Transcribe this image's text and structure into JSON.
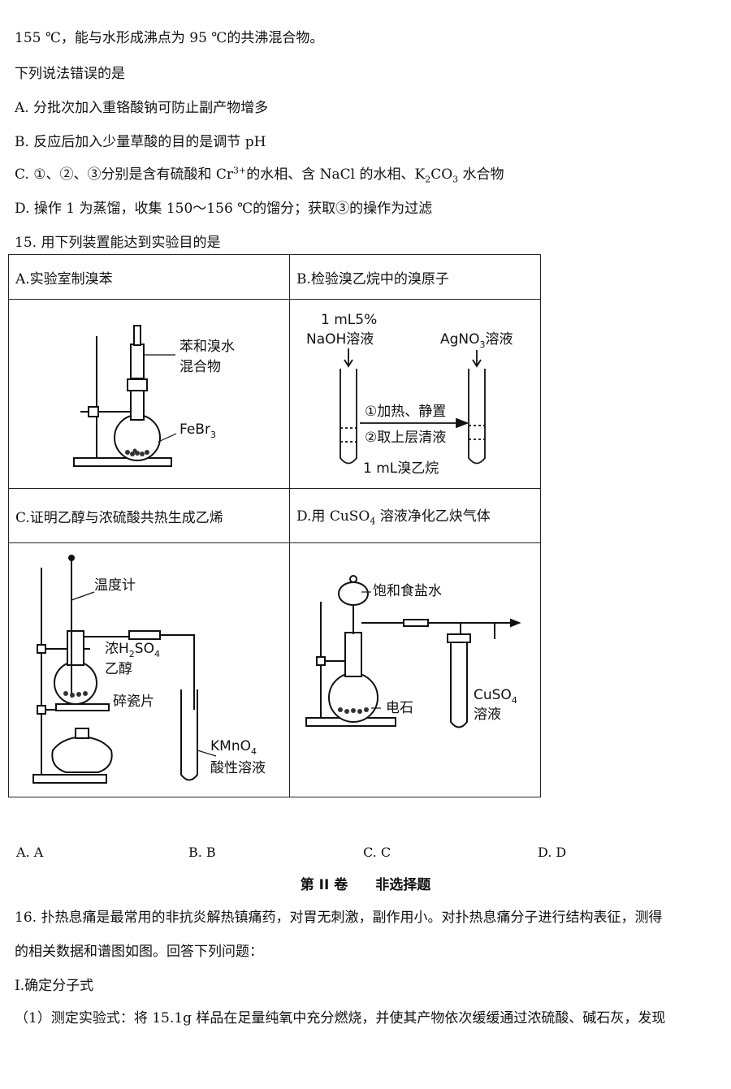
{
  "lines": {
    "l1": "155 ℃，能与水形成沸点为 95 ℃的共沸混合物。",
    "l2": "下列说法错误的是",
    "optA": "A. 分批次加入重铬酸钠可防止副产物增多",
    "optB": "B. 反应后加入少量草酸的目的是调节 pH",
    "optC_a": "C. ①、②、③分别是含有硫酸和 Cr",
    "optC_sup": "3+",
    "optC_b": "的水相、含 NaCl 的水相、K",
    "optC_sub1": "2",
    "optC_c": "CO",
    "optC_sub2": "3",
    "optC_d": " 水合物",
    "optD": "D. 操作 1 为蒸馏，收集 150～156 ℃的馏分；获取③的操作为过滤",
    "q15": "15. 用下列装置能达到实验目的是"
  },
  "table": {
    "a_title": "A.实验室制溴苯",
    "b_title": "B.检验溴乙烷中的溴原子",
    "c_title": "C.证明乙醇与浓硫酸共热生成乙烯",
    "d_title_a": "D.用 CuSO",
    "d_title_sub": "4",
    "d_title_b": " 溶液净化乙炔气体",
    "a_fig": {
      "lbl1": "苯和溴水",
      "lbl2": "混合物",
      "lbl3": "FeBr",
      "lbl3_sub": "3"
    },
    "b_fig": {
      "lbl1": "1 mL5%",
      "lbl2": "NaOH溶液",
      "lbl3": "AgNO",
      "lbl3_sub": "3",
      "lbl3_b": "溶液",
      "lbl4": "①加热、静置",
      "lbl5": "②取上层清液",
      "lbl6": "1 mL溴乙烷"
    },
    "c_fig": {
      "lbl1": "温度计",
      "lbl2": "浓H",
      "lbl2_sub1": "2",
      "lbl2_b": "SO",
      "lbl2_sub2": "4",
      "lbl3": "乙醇",
      "lbl4": "碎瓷片",
      "lbl5": "KMnO",
      "lbl5_sub": "4",
      "lbl6": "酸性溶液"
    },
    "d_fig": {
      "lbl1": "饱和食盐水",
      "lbl2": "电石",
      "lbl3": "CuSO",
      "lbl3_sub": "4",
      "lbl4": "溶液"
    }
  },
  "choices": [
    "A. A",
    "B. B",
    "C. C",
    "D. D"
  ],
  "section": "第 II 卷　　非选择题",
  "q16": {
    "l1": "16. 扑热息痛是最常用的非抗炎解热镇痛药，对胃无刺激，副作用小。对扑热息痛分子进行结构表征，测得",
    "l2": "的相关数据和谱图如图。回答下列问题：",
    "l3": "Ⅰ.确定分子式",
    "l4": "（1）测定实验式：将 15.1g 样品在足量纯氧中充分燃烧，并使其产物依次缓缓通过浓硫酸、碱石灰，发现"
  }
}
